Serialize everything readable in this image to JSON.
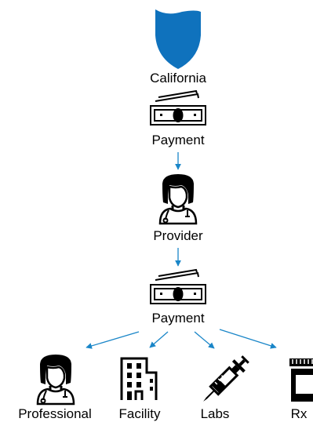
{
  "colors": {
    "shield": "#0f72bd",
    "arrow": "#1a86c8",
    "icon": "#000000",
    "background": "#ffffff"
  },
  "top": {
    "icon": "shield-icon",
    "label": "California"
  },
  "flow": [
    {
      "icon": "money-icon",
      "label": "Payment"
    },
    {
      "icon": "doctor-icon",
      "label": "Provider"
    },
    {
      "icon": "money-icon",
      "label": "Payment"
    }
  ],
  "recipients": [
    {
      "icon": "doctor-icon",
      "label": "Professional"
    },
    {
      "icon": "building-icon",
      "label": "Facility"
    },
    {
      "icon": "syringe-icon",
      "label": "Labs"
    },
    {
      "icon": "pill-bottle-icon",
      "label": "Rx"
    }
  ]
}
